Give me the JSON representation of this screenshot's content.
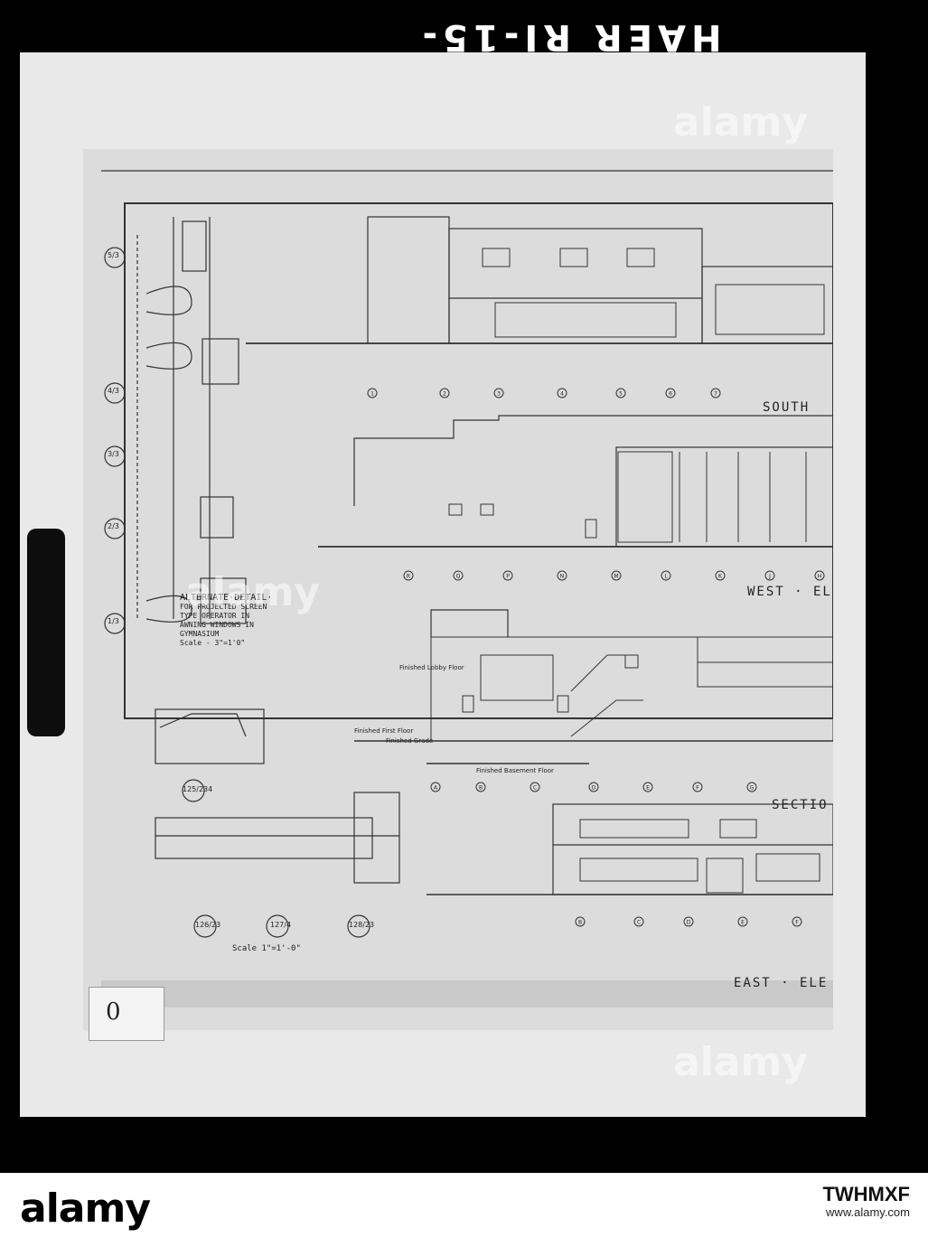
{
  "header": {
    "code": "HAER RI-15-"
  },
  "drawing": {
    "views": {
      "south": "SOUTH",
      "west": "WEST · EL",
      "section": "SECTIO",
      "east": "EAST · ELE"
    },
    "detail_title": "ALTERNATE·DETAIL·",
    "detail_lines": [
      "FOR PROJECTED SCREEN",
      "TYPE OPERATOR IN",
      "AWNING WINDOWS IN",
      "GYMNASIUM"
    ],
    "detail_scale": "Scale - 3\"=1'0\"",
    "detail_markers": [
      "5/3",
      "4/3",
      "3/3",
      "2/3",
      "1/3"
    ],
    "section_refs": [
      "125/234",
      "126/23",
      "127/4",
      "128/23"
    ],
    "scale_note": "Scale 1\"=1'-0\"",
    "floor_labels": [
      "Finished First Floor",
      "Finished Grade",
      "Finished Basement Floor",
      "Finished Lobby Floor"
    ],
    "grid_top": [
      "1",
      "2",
      "3",
      "4",
      "5",
      "6",
      "7"
    ],
    "grid_west": [
      "R",
      "Q",
      "P",
      "N",
      "M",
      "L",
      "K",
      "J",
      "H"
    ],
    "grid_section": [
      "A",
      "B",
      "C",
      "D",
      "E",
      "F",
      "G"
    ],
    "grid_east": [
      "B",
      "C",
      "D",
      "E",
      "F"
    ],
    "tag": "0"
  },
  "footer": {
    "logo": "alamy",
    "id": "TWHMXF",
    "site": "www.alamy.com"
  },
  "watermarks": [
    "alamy",
    "alamy",
    "alamy"
  ]
}
